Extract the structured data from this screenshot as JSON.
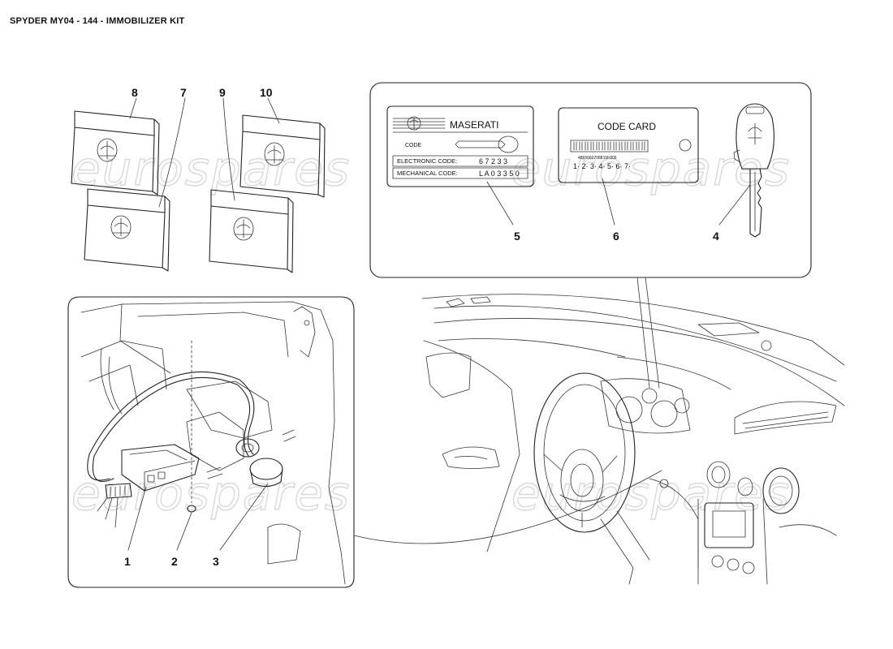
{
  "title": "SPYDER MY04 - 144 - IMMOBILIZER KIT",
  "watermark": "eurospares",
  "callouts": {
    "c1": "1",
    "c2": "2",
    "c3": "3",
    "c4": "4",
    "c5": "5",
    "c6": "6",
    "c7": "7",
    "c8": "8",
    "c9": "9",
    "c10": "10"
  },
  "cards": {
    "brand": "MASERATI",
    "code_label": "CODE",
    "electronic_label": "ELECTRONIC CODE:",
    "electronic_value": "6 7 2 3 3",
    "mechanical_label": "MECHANICAL CODE:",
    "mechanical_value": "L A 0 3 3 5 0",
    "code_card_title": "CODE CARD",
    "barcode_number": "4865660708815F806",
    "code_card_digits": "1· 2· 3· 4· 5· 6· 7·"
  },
  "colors": {
    "line": "#222222",
    "watermark": "#d8d8d8"
  }
}
